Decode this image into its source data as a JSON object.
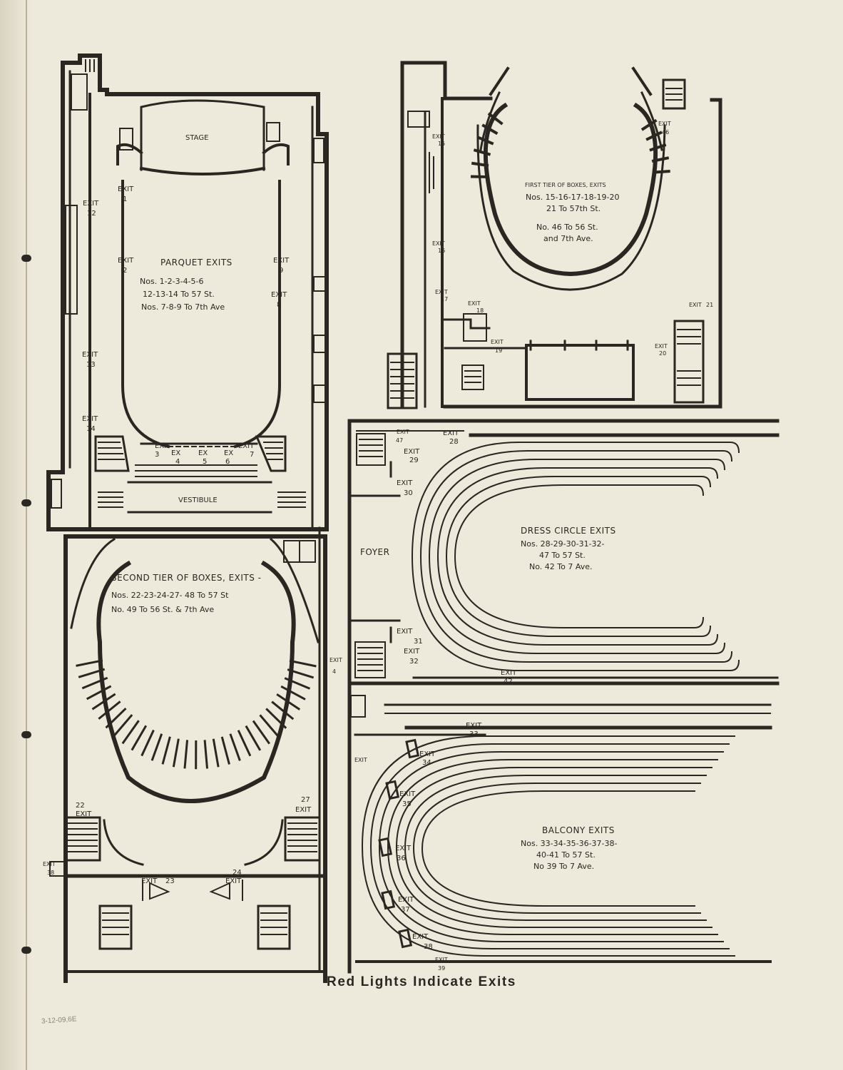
{
  "caption": "Red Lights Indicate Exits",
  "archive_mark": "3-12-09,6E",
  "plans": {
    "parquet": {
      "stage": "STAGE",
      "vestibule": "VESTIBULE",
      "title": "PARQUET EXITS",
      "lines": [
        "Nos. 1-2-3-4-5-6",
        "12-13-14 To 57 St.",
        "Nos. 7-8-9 To 7th Ave"
      ],
      "exits": [
        {
          "l": "EXIT",
          "n": "12"
        },
        {
          "l": "EXIT",
          "n": "1"
        },
        {
          "l": "EXIT",
          "n": "2"
        },
        {
          "l": "EXIT",
          "n": "9"
        },
        {
          "l": "EXIT",
          "n": "8"
        },
        {
          "l": "EXIT",
          "n": "13"
        },
        {
          "l": "EXIT",
          "n": "14"
        },
        {
          "l": "EXIT",
          "n": "3"
        },
        {
          "l": "EX",
          "n": "4"
        },
        {
          "l": "EX",
          "n": "5"
        },
        {
          "l": "EX",
          "n": "6"
        },
        {
          "l": "EXIT",
          "n": "7"
        }
      ]
    },
    "first_tier": {
      "lines": [
        "FIRST TIER OF BOXES, EXITS",
        "Nos. 15-16-17-18-19-20",
        "21 To 57th St.",
        "No. 46 To 56 St.",
        "and 7th Ave."
      ],
      "exits": [
        {
          "l": "EXIT",
          "n": "15"
        },
        {
          "l": "EXIT",
          "n": "16"
        },
        {
          "l": "EXIT",
          "n": "17"
        },
        {
          "l": "EXIT",
          "n": "18"
        },
        {
          "l": "EXIT",
          "n": "19"
        },
        {
          "l": "EXIT",
          "n": "20"
        },
        {
          "l": "EXIT",
          "n": "21"
        },
        {
          "l": "EXIT",
          "n": "46"
        }
      ]
    },
    "dress_circle": {
      "title": "DRESS CIRCLE EXITS",
      "lines": [
        "Nos. 28-29-30-31-32-",
        "47 To 57 St.",
        "No. 42 To 7 Ave."
      ],
      "foyer": "FOYER",
      "exits": [
        {
          "l": "EXIT",
          "n": "47"
        },
        {
          "l": "EXIT",
          "n": "28"
        },
        {
          "l": "EXIT",
          "n": "29"
        },
        {
          "l": "EXIT",
          "n": "30"
        },
        {
          "l": "EXIT",
          "n": "31"
        },
        {
          "l": "EXIT",
          "n": "32"
        },
        {
          "l": "EXIT",
          "n": "42"
        }
      ]
    },
    "second_tier": {
      "title": "SECOND TIER OF BOXES, EXITS -",
      "lines": [
        "Nos. 22-23-24-27- 48 To 57 St",
        "No. 49 To 56 St. & 7th Ave"
      ],
      "exits": [
        {
          "l": "EXIT",
          "n": "22"
        },
        {
          "l": "EXIT",
          "n": "27"
        },
        {
          "l": "EXIT",
          "n": "23"
        },
        {
          "l": "EXIT",
          "n": "24"
        },
        {
          "l": "EXIT",
          "n": "38"
        },
        {
          "l": "EXIT",
          "n": "4"
        }
      ]
    },
    "balcony": {
      "title": "BALCONY EXITS",
      "lines": [
        "Nos. 33-34-35-36-37-38-",
        "40-41 To 57 St.",
        "No 39 To 7 Ave."
      ],
      "exits": [
        {
          "l": "EXIT",
          "n": "33"
        },
        {
          "l": "EXIT",
          "n": "34"
        },
        {
          "l": "EXIT",
          "n": "35"
        },
        {
          "l": "EXIT",
          "n": "36"
        },
        {
          "l": "EXIT",
          "n": "37"
        },
        {
          "l": "EXIT",
          "n": "38"
        },
        {
          "l": "EXIT",
          "n": "39"
        },
        {
          "l": "EXIT",
          "n": ""
        }
      ]
    }
  }
}
